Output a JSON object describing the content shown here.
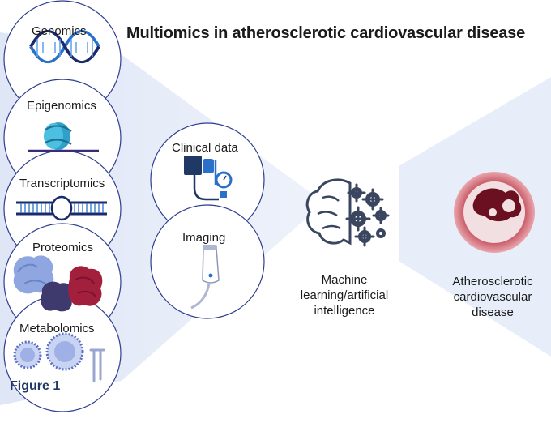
{
  "title": "Multiomics in atherosclerotic cardiovascular disease",
  "omics": [
    {
      "label": "Genomics",
      "icon": "dna-helix-icon"
    },
    {
      "label": "Epigenomics",
      "icon": "nucleosome-icon"
    },
    {
      "label": "Transcriptomics",
      "icon": "transcription-bubble-icon"
    },
    {
      "label": "Proteomics",
      "icon": "protein-structures-icon"
    },
    {
      "label": "Metabolomics",
      "icon": "lipoprotein-particles-icon"
    }
  ],
  "clinical": [
    {
      "label": "Clinical data",
      "icon": "blood-pressure-monitor-icon"
    },
    {
      "label": "Imaging",
      "icon": "ultrasound-probe-icon"
    }
  ],
  "ml": {
    "label": "Machine learning/artificial intelligence",
    "icon": "brain-gears-icon"
  },
  "outcome": {
    "label": "Atherosclerotic cardiovascular disease",
    "icon": "plaque-artery-icon"
  },
  "figure_label": "Figure 1",
  "colors": {
    "circle_border": "#2f3e8f",
    "funnel": "#e6ecf8",
    "dna_blue": "#2a6fc9",
    "dna_dark": "#1a2a6c",
    "artery_red": "#b83a4a",
    "plaque_dark": "#6b1020",
    "figure_label": "#1f3864"
  }
}
